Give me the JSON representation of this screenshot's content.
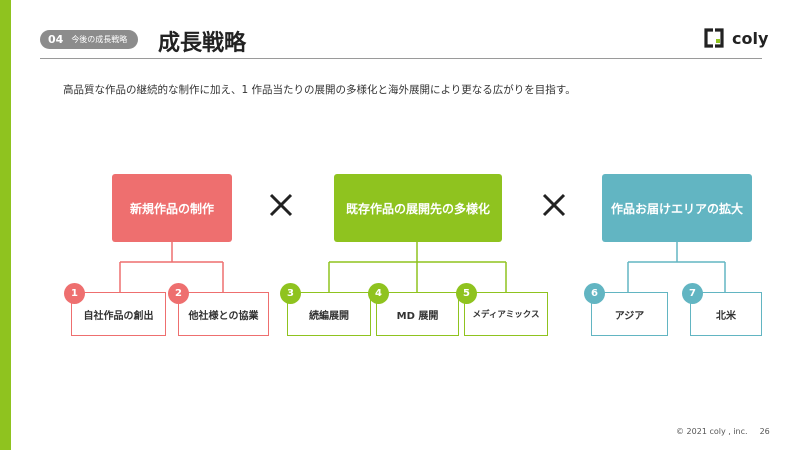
{
  "header": {
    "section_number": "04",
    "section_label": "今後の成長戦略",
    "title": "成長戦略",
    "logo_text": "coly"
  },
  "lead_text": "高品質な作品の継続的な制作に加え、1 作品当たりの展開の多様化と海外展開により更なる広がりを目指す。",
  "groups": [
    {
      "title": "新規作品の制作",
      "color": "#ee6f6f",
      "items": [
        {
          "number": "1",
          "label": "自社作品の創出"
        },
        {
          "number": "2",
          "label": "他社様との協業"
        }
      ]
    },
    {
      "title": "既存作品の展開先の多様化",
      "color": "#8fc31f",
      "items": [
        {
          "number": "3",
          "label": "続編展開"
        },
        {
          "number": "4",
          "label": "MD 展開"
        },
        {
          "number": "5",
          "label": "メディアミックス"
        }
      ]
    },
    {
      "title": "作品お届けエリアの拡大",
      "color": "#62b5c2",
      "items": [
        {
          "number": "6",
          "label": "アジア"
        },
        {
          "number": "7",
          "label": "北米"
        }
      ]
    }
  ],
  "operators": [
    "multiply-icon",
    "multiply-icon"
  ],
  "footer": {
    "copyright": "© 2021 coly , inc.",
    "page_number": "26"
  },
  "colors": {
    "accent_green": "#8fc31f",
    "red": "#ee6f6f",
    "teal": "#62b5c2",
    "badge_gray": "#8c8c8c"
  }
}
